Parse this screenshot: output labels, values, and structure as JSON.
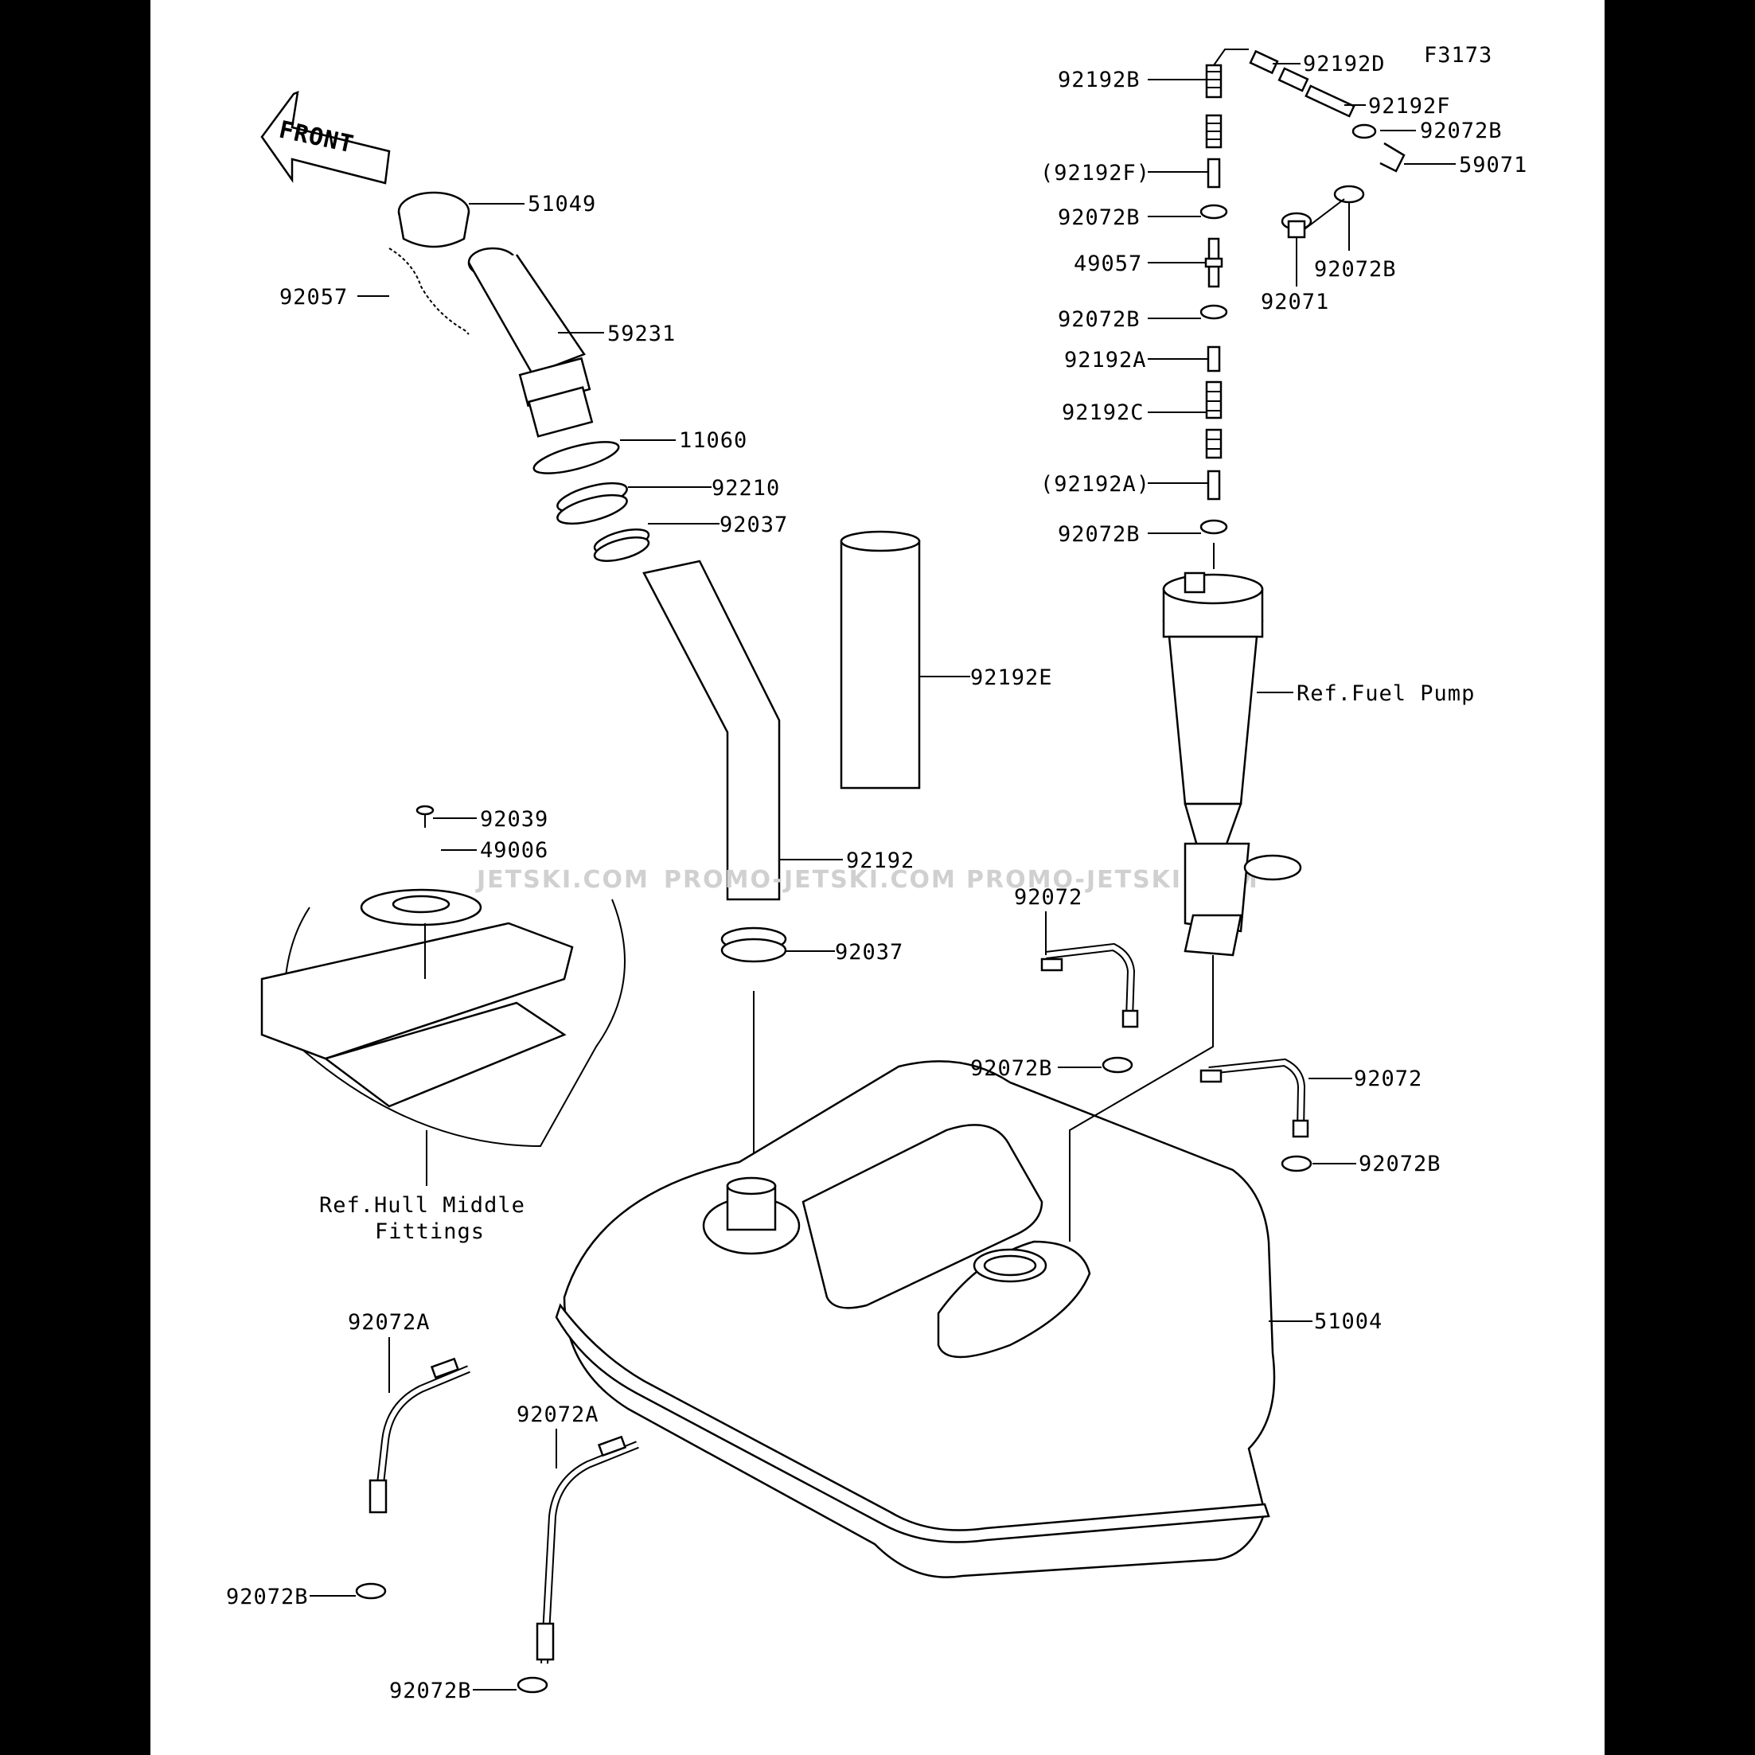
{
  "diagram": {
    "figure_code": "F3173",
    "front_label": "FRONT",
    "watermark": [
      "JETSKI.COM",
      "PROMO-JETSKI.COM",
      "PROMO-JETSKI.COM"
    ],
    "refs": {
      "fuel_pump": "Ref.Fuel Pump",
      "hull_line1": "Ref.Hull Middle",
      "hull_line2": "Fittings"
    },
    "labels": {
      "p92192D": "92192D",
      "p92192B_top": "92192B",
      "p92192F": "92192F",
      "p92072B_r1": "92072B",
      "p92192F_paren": "(92192F)",
      "p59071": "59071",
      "p92072B_l1": "92072B",
      "p92072B_r2": "92072B",
      "p49057": "49057",
      "p92071": "92071",
      "p92072B_l2": "92072B",
      "p92192A": "92192A",
      "p92192C": "92192C",
      "p92192A_paren": "(92192A)",
      "p92072B_l3": "92072B",
      "p51049": "51049",
      "p92057": "92057",
      "p59231": "59231",
      "p11060": "11060",
      "p92210": "92210",
      "p92037_top": "92037",
      "p92192E": "92192E",
      "p92192": "92192",
      "p92039": "92039",
      "p49006": "49006",
      "p92072_mid": "92072",
      "p92037_bot": "92037",
      "p92072B_mid": "92072B",
      "p92072_right": "92072",
      "p92072B_right": "92072B",
      "p51004": "51004",
      "p92072A_1": "92072A",
      "p92072A_2": "92072A",
      "p92072B_bl1": "92072B",
      "p92072B_bl2": "92072B"
    }
  }
}
